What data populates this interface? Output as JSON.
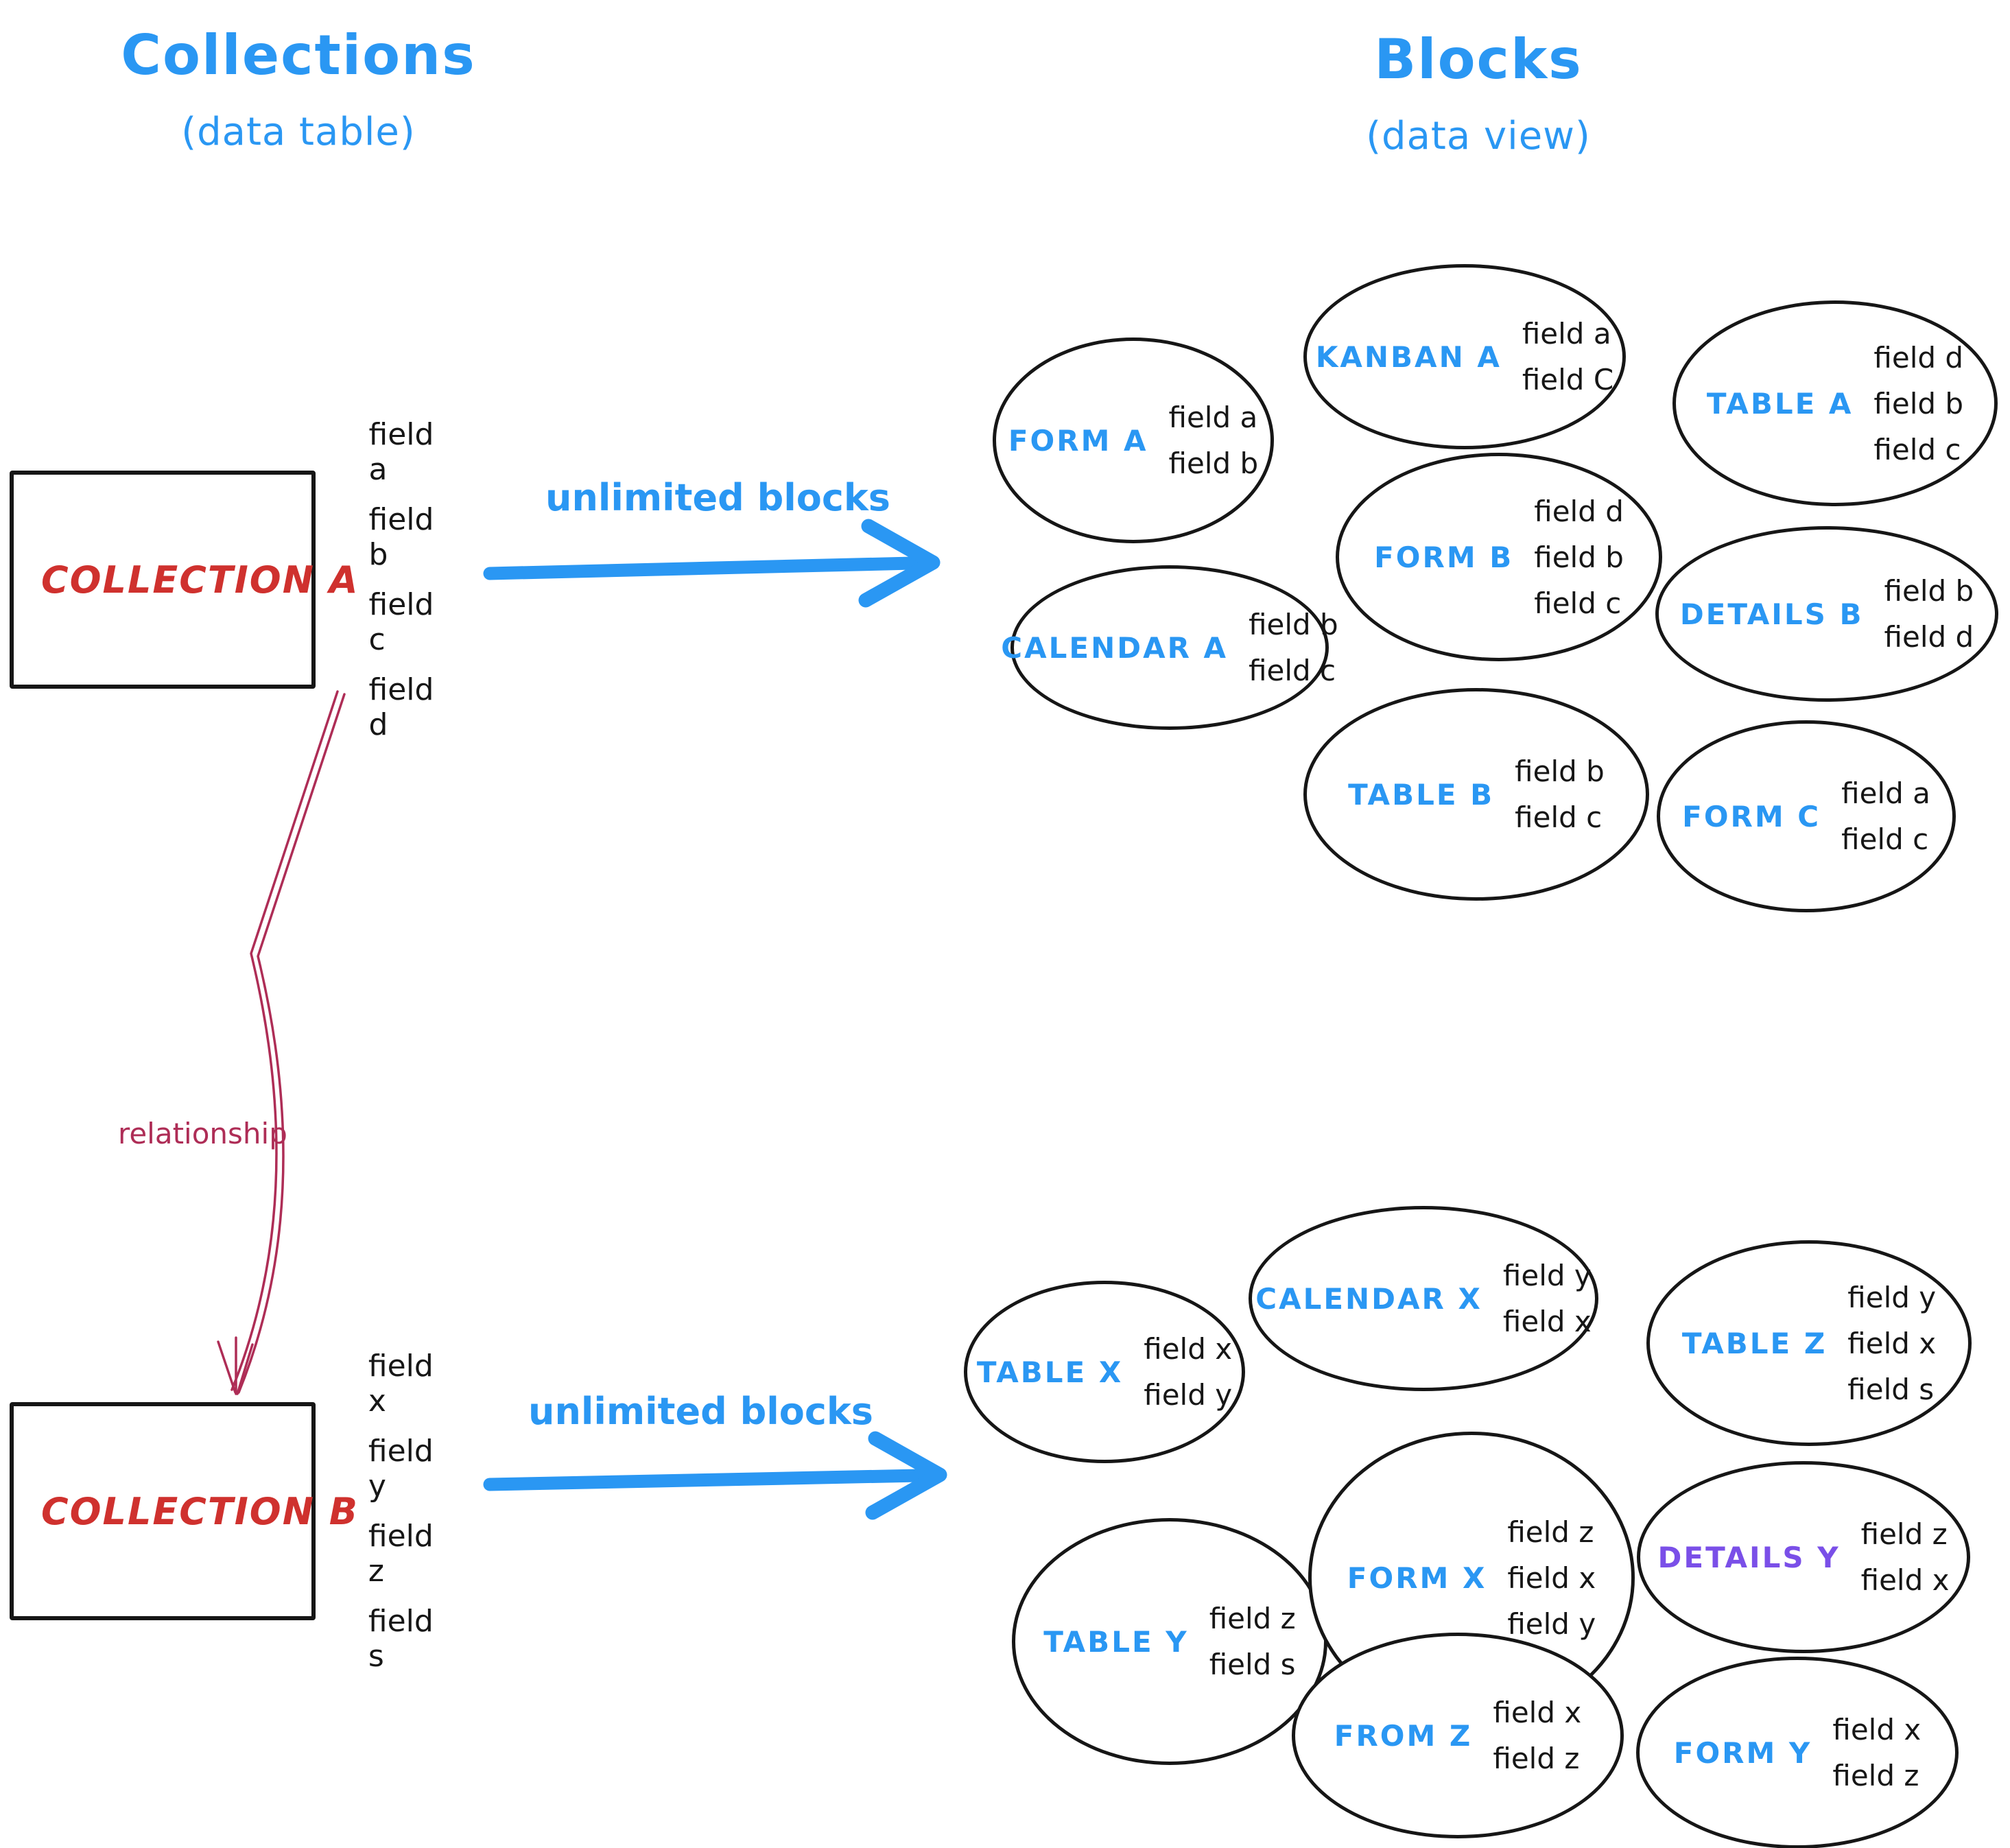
{
  "page": {
    "left_title": "Collections",
    "left_subtitle": "(data table)",
    "right_title": "Blocks",
    "right_subtitle": "(data view)"
  },
  "arrows": {
    "top_label": "unlimited blocks",
    "bottom_label": "unlimited blocks",
    "relationship_label": "relationship"
  },
  "collections": [
    {
      "name": "COLLECTION A",
      "fields": [
        "field a",
        "field b",
        "field c",
        "field d"
      ]
    },
    {
      "name": "COLLECTION B",
      "fields": [
        "field x",
        "field y",
        "field z",
        "field s"
      ]
    }
  ],
  "blocks": {
    "top_cluster": [
      {
        "label": "FORM A",
        "fields": [
          "field a",
          "field b"
        ]
      },
      {
        "label": "KANBAN A",
        "fields": [
          "field a",
          "field C"
        ]
      },
      {
        "label": "TABLE A",
        "fields": [
          "field d",
          "field b",
          "field c"
        ]
      },
      {
        "label": "CALENDAR A",
        "fields": [
          "field b",
          "field c"
        ]
      },
      {
        "label": "FORM B",
        "fields": [
          "field d",
          "field b",
          "field c"
        ]
      },
      {
        "label": "DETAILS B",
        "fields": [
          "field b",
          "field d"
        ]
      },
      {
        "label": "TABLE B",
        "fields": [
          "field b",
          "field c"
        ]
      },
      {
        "label": "FORM C",
        "fields": [
          "field a",
          "field c"
        ]
      }
    ],
    "bottom_cluster": [
      {
        "label": "TABLE X",
        "fields": [
          "field x",
          "field y"
        ]
      },
      {
        "label": "CALENDAR X",
        "fields": [
          "field y",
          "field x"
        ]
      },
      {
        "label": "TABLE Z",
        "fields": [
          "field y",
          "field x",
          "field s"
        ]
      },
      {
        "label": "TABLE Y",
        "fields": [
          "field z",
          "field s"
        ]
      },
      {
        "label": "FORM X",
        "fields": [
          "field z",
          "field x",
          "field y"
        ]
      },
      {
        "label": "DETAILS Y",
        "fields": [
          "field z",
          "field x"
        ]
      },
      {
        "label": "FROM Z",
        "fields": [
          "field x",
          "field z"
        ]
      },
      {
        "label": "FORM Y",
        "fields": [
          "field x",
          "field z"
        ]
      }
    ]
  },
  "colors": {
    "blue": "#2a97f3",
    "red": "#cf312e",
    "crimson": "#ae2d56",
    "purple": "#7a4fe8",
    "ink": "#161616"
  }
}
